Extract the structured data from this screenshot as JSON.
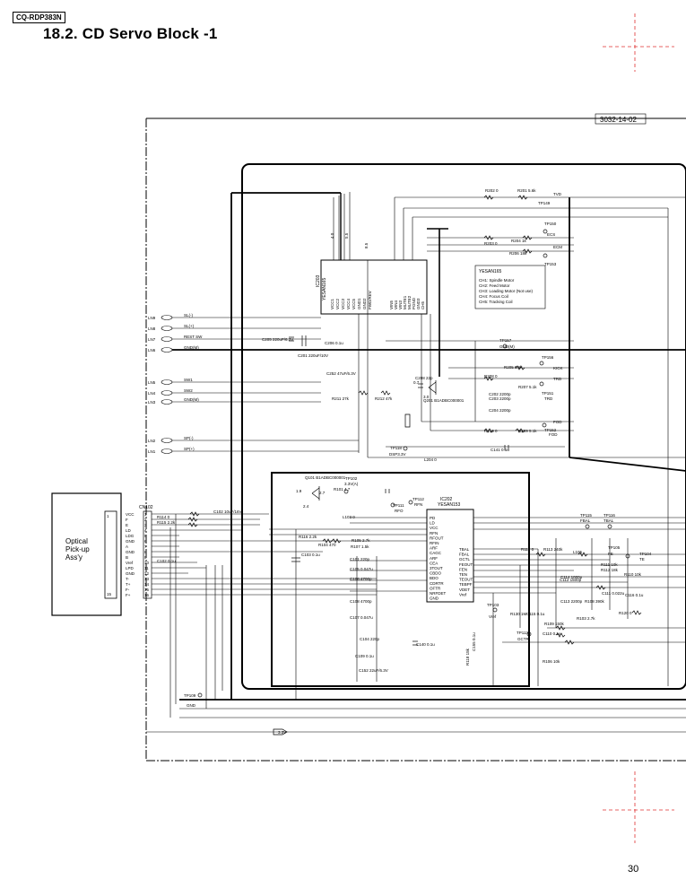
{
  "header": {
    "model": "CQ-RDP383N",
    "title": "18.2.   CD Servo Block -1",
    "page_number": "30",
    "diagram_code": "3032-14-02"
  },
  "blocks": {
    "pickup": {
      "label_lines": [
        "Optical",
        "Pick-up",
        "Ass'y"
      ],
      "pin_start": "1",
      "pin_end": "15"
    },
    "connector": {
      "ref": "CN102",
      "pins": [
        "VCC",
        "F",
        "E",
        "LD",
        "LDG",
        "GND",
        "A",
        "GND",
        "B",
        "Vref",
        "LPD",
        "GND",
        "T-",
        "T+",
        "F-",
        "F+"
      ],
      "nums": [
        "1",
        "2",
        "3",
        "4",
        "5",
        "6",
        "7",
        "8",
        "9",
        "10",
        "11",
        "12",
        "13",
        "14",
        "15",
        "16"
      ]
    },
    "driver_ic": {
      "ref": "IC203",
      "part": "YESAN165",
      "pins_left": [
        "VCC1",
        "VCC2",
        "VCC3",
        "VCC4",
        "VCC5",
        "GND1",
        "GND2",
        "FWD/REV"
      ],
      "pins_right": [
        "VIN5",
        "VIN4",
        "VIN3",
        "MUTE1",
        "MUTE2",
        "PGND",
        "GND3",
        "CH5"
      ]
    },
    "dsp_ic": {
      "ref": "IC202",
      "part": "YESAN153",
      "pins_left": [
        "PD",
        "LD",
        "VCC",
        "RFN",
        "RFOUT",
        "RFIN",
        "ARF",
        "CAGC",
        "ARF",
        "CEA",
        "3TOUT",
        "CBDO",
        "BDO",
        "CDRTR",
        "OFTR",
        "NRFDET",
        "GND"
      ],
      "pins_right": [
        "TBAL",
        "FBAL",
        "GCTL",
        "FEOUT",
        "FEN",
        "TEN",
        "TEOUT",
        "TEBPF",
        "VDET",
        "Vref"
      ]
    },
    "driver_legend": {
      "title": "YESAN165",
      "lines": [
        "CH1: Spindle Motor",
        "CH2: Feed Motor",
        "CH3: Loading Motor (Not use)",
        "CH4: Focus Coil",
        "CH5: Tracking Coil"
      ]
    }
  },
  "labels": {
    "left_nets": [
      "LN9",
      "LN8",
      "LN7",
      "LN6",
      "LN5",
      "LN4",
      "LN3",
      "LN2",
      "LN1"
    ],
    "left_signals": [
      "SL(-)",
      "SL(+)",
      "REST SW",
      "GND(M)",
      "SW1",
      "SW2",
      "GND(M)",
      "SP(-)",
      "SP(+)"
    ],
    "right_signals": [
      "TVD",
      "ECS",
      "ECM",
      "GND(M)",
      "KICK",
      "TRD",
      "TRD",
      "FOD",
      "FOD"
    ],
    "test_points": [
      "TP149",
      "TP150",
      "TP153",
      "TP157",
      "TP156",
      "TP151",
      "TP152",
      "TP118",
      "TP102",
      "TP112",
      "TP111",
      "TP115",
      "TP116",
      "TP105",
      "TP104",
      "TP103",
      "TP113",
      "TP109",
      "TP101"
    ],
    "tp_names": [
      "DSP3.3V",
      "3.3V(A)",
      "RFN",
      "RFO",
      "FBAL",
      "TBAL",
      "FE",
      "TE",
      "Vref",
      "GCTR",
      "GND"
    ],
    "components": [
      "R202 0",
      "R201 5.6k",
      "R203 0",
      "R204 1k",
      "R206 18k",
      "C202 2200p",
      "R207 5.1k",
      "R208 0",
      "R205 5.6k",
      "C203 2200p",
      "C204 2200p",
      "R209 5.1k",
      "R210 0",
      "C205 220uF/6.3V",
      "C201 220uF/10V",
      "C206 0.1u",
      "C252 47uF/6.3V",
      "C208 22p",
      "Q201 B1ADBC000001",
      "R211 27k",
      "R212 47k",
      "C141 0.1u",
      "L204 0",
      "Q101 B1ADBC000001",
      "R101 4.7",
      "L103 0",
      "C102 10uF/16V",
      "R114 0",
      "R115 2.2k",
      "R116 2.2k",
      "R104 470",
      "R105 2.7k",
      "R107 1.5k",
      "C103 0.1u",
      "C101 220p",
      "C105 0.047u",
      "C106 4700p",
      "C108 4700p",
      "C107 0.047u",
      "C104 220p",
      "C109 0.1u",
      "C152 22uF/6.3V",
      "C140 0.1u",
      "C102 0.1u",
      "R117 0",
      "R113 240k",
      "L105",
      "R111 10k",
      "R112 18k",
      "C114 1000p",
      "R110 10k",
      "C112 1500p",
      "C113 2200p",
      "R108 390k",
      "C111 0.022u",
      "R109 150k",
      "R103 2.7k",
      "R120 0",
      "R130 1M",
      "C115 0.1u",
      "C116 0.1u",
      "C110 0.1u",
      "R106 10k",
      "R118 15k",
      "C155 0.1u",
      "D101 3.3V"
    ],
    "voltages": [
      "3.3V",
      "4.0",
      "5.5",
      "8.5",
      "0.7",
      "3.0",
      "1.9",
      "2.7",
      "2.4"
    ]
  }
}
